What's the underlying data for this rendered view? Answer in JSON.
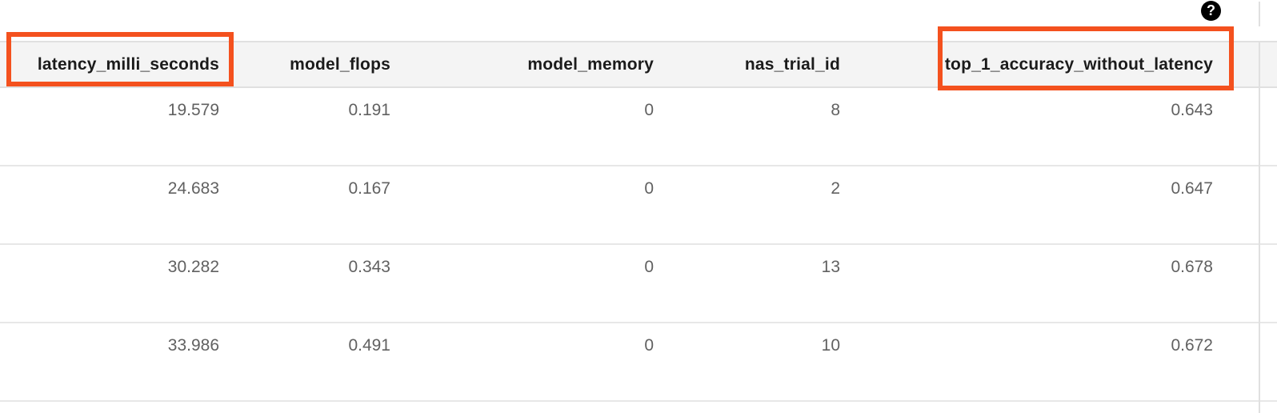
{
  "help": {
    "icon_glyph": "?",
    "icon_name": "help-icon"
  },
  "colors": {
    "highlight": "#F4511E",
    "header_bg": "#F4F4F4",
    "border": "#E0E0E0",
    "row_border": "#E7E7E7",
    "header_text": "#1B1B1B",
    "cell_text": "#616161"
  },
  "table": {
    "columns": [
      {
        "label": "latency_milli_seconds",
        "highlighted": true
      },
      {
        "label": "model_flops",
        "highlighted": false
      },
      {
        "label": "model_memory",
        "highlighted": false
      },
      {
        "label": "nas_trial_id",
        "highlighted": false
      },
      {
        "label": "top_1_accuracy_without_latency",
        "highlighted": true
      }
    ],
    "rows": [
      [
        "19.579",
        "0.191",
        "0",
        "8",
        "0.643"
      ],
      [
        "24.683",
        "0.167",
        "0",
        "2",
        "0.647"
      ],
      [
        "30.282",
        "0.343",
        "0",
        "13",
        "0.678"
      ],
      [
        "33.986",
        "0.491",
        "0",
        "10",
        "0.672"
      ]
    ]
  }
}
